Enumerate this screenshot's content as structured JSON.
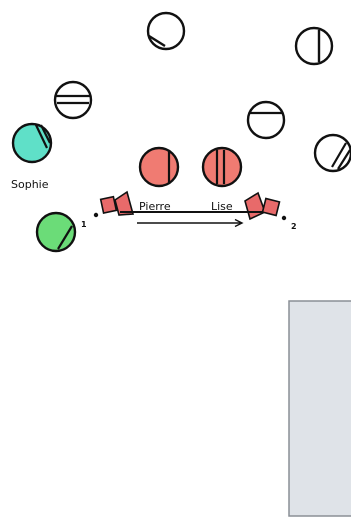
{
  "labels": {
    "sophie": "Sophie",
    "pierre": "Pierre",
    "lise": "Lise",
    "marker_1": "1",
    "marker_2": "2"
  },
  "colors": {
    "red": "#f07b72",
    "teal": "#5fe0c8",
    "green": "#6bdc78",
    "white": "#ffffff",
    "stroke": "#111111",
    "camera": "#e86a6a",
    "panel": "#dfe3e8",
    "panel_border": "#8a8f96"
  }
}
